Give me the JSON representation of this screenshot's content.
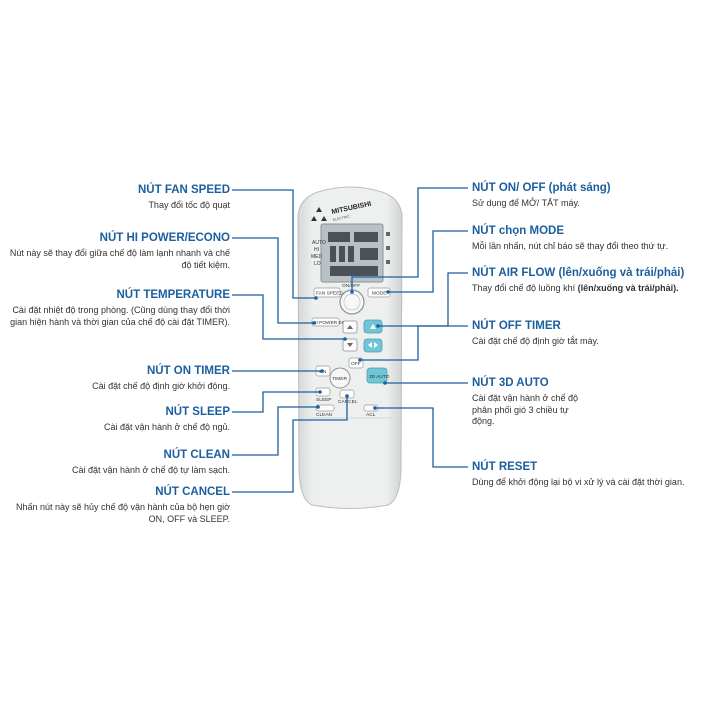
{
  "remote": {
    "brand": "MITSUBISHI",
    "brand_sub": "ELECTRIC",
    "lcd_modes": [
      "AUTO",
      "HI",
      "MED",
      "LO"
    ],
    "buttons": {
      "fan_speed": "FAN SPEED",
      "mode": "MODE",
      "on_off": "ON/OFF",
      "hi_power_econo": "HI POWER ECONO",
      "on_timer": "ON",
      "off_timer": "OFF",
      "timer": "TIMER",
      "auto_3d": "3D AUTO",
      "sleep": "SLEEP",
      "cancel": "CANCEL",
      "clean": "CLEAN",
      "acl": "ACL"
    }
  },
  "callouts": {
    "fan_speed": {
      "title": "NÚT FAN SPEED",
      "desc": "Thay đổi tốc độ quạt"
    },
    "hi_power": {
      "title": "NÚT HI POWER/ECONO",
      "desc": "Nút này sẽ thay đổi giữa chế độ làm lạnh nhanh và chế độ tiết kiệm."
    },
    "temperature": {
      "title": "NÚT TEMPERATURE",
      "desc": "Cài đặt nhiệt độ trong phòng. (Cũng dùng thay đổi thời gian hiện hành và thời gian của chế độ cài đặt TIMER)."
    },
    "on_timer": {
      "title": "NÚT ON TIMER",
      "desc": "Cài đặt chế độ định giờ khởi động."
    },
    "sleep": {
      "title": "NÚT SLEEP",
      "desc": "Cài đặt vận hành ở chế độ ngủ."
    },
    "clean": {
      "title": "NÚT CLEAN",
      "desc": "Cài đặt vận hành ở chế độ tự làm sạch."
    },
    "cancel": {
      "title": "NÚT CANCEL",
      "desc": "Nhấn nút này sẽ hủy chế độ vận hành của bộ hẹn giờ ON, OFF và SLEEP."
    },
    "on_off": {
      "title": "NÚT ON/ OFF (phát sáng)",
      "desc": "Sử dụng để MỞ/ TẮT máy."
    },
    "mode": {
      "title": "NÚT chọn MODE",
      "desc": "Mỗi lần nhấn, nút chỉ báo sẽ thay đổi theo thứ tự."
    },
    "air_flow": {
      "title": "NÚT AIR FLOW (lên/xuống và trái/phải)",
      "desc": "Thay đổi chế độ luồng khí",
      "desc_bold": "(lên/xuống và trái/phải)."
    },
    "off_timer": {
      "title": "NÚT OFF TIMER",
      "desc": "Cài đặt chế độ định giờ tắt máy."
    },
    "auto_3d": {
      "title": "NÚT 3D AUTO",
      "desc": "Cài đặt vận hành ở chế độ phân phối gió 3 chiều tự động."
    },
    "reset": {
      "title": "NÚT RESET",
      "desc": "Dùng để khởi động lại bộ vi xử lý và cài đặt thời gian."
    }
  },
  "colors": {
    "title": "#1c5f9e",
    "line": "#1c5f9e",
    "remote_body": "#e9ebe9",
    "lcd": "#b8c1c6",
    "accent_button": "#6fc7d6"
  }
}
